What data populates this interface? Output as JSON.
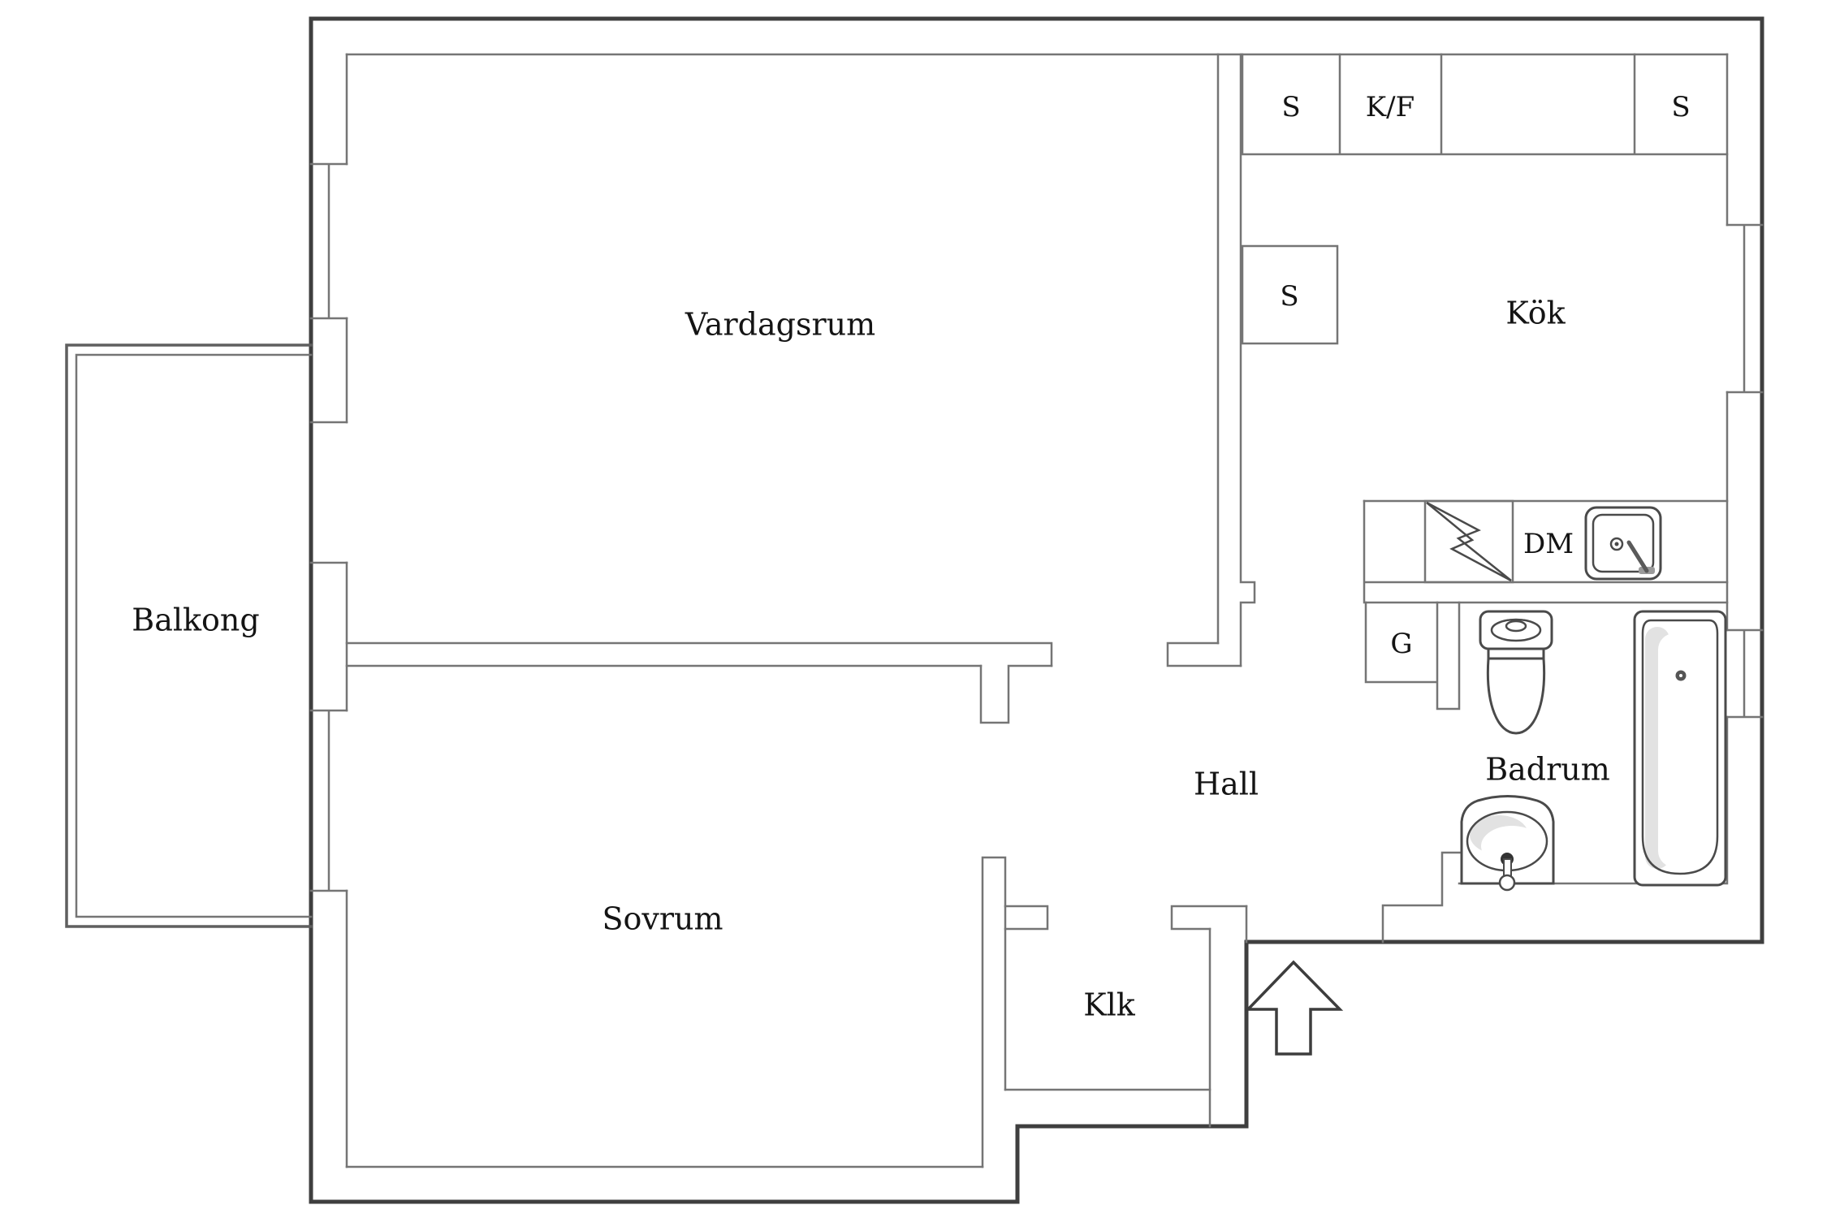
{
  "plan": {
    "type": "apartment-floor-plan",
    "language": "Swedish",
    "rooms": [
      {
        "id": "vardagsrum",
        "label": "Vardagsrum"
      },
      {
        "id": "kok",
        "label": "Kök"
      },
      {
        "id": "sovrum",
        "label": "Sovrum"
      },
      {
        "id": "hall",
        "label": "Hall"
      },
      {
        "id": "badrum",
        "label": "Badrum"
      },
      {
        "id": "klk",
        "label": "Klk"
      },
      {
        "id": "balkong",
        "label": "Balkong"
      }
    ],
    "cabinet_labels": [
      {
        "id": "cabinet-s-top-left",
        "label": "S"
      },
      {
        "id": "cabinet-kf",
        "label": "K/F"
      },
      {
        "id": "cabinet-s-top-right",
        "label": "S"
      },
      {
        "id": "cabinet-s-kitchen-wall",
        "label": "S"
      },
      {
        "id": "dishwasher",
        "label": "DM"
      },
      {
        "id": "wardrobe-g",
        "label": "G"
      }
    ],
    "fixtures": [
      "stove",
      "kitchen-sink",
      "toilet",
      "washbasin",
      "bathtub",
      "entrance-arrow"
    ],
    "colors": {
      "background": "#ffffff",
      "outer_wall": "#3f3f3f",
      "inner_wall": "#757575",
      "text": "#141414"
    }
  }
}
